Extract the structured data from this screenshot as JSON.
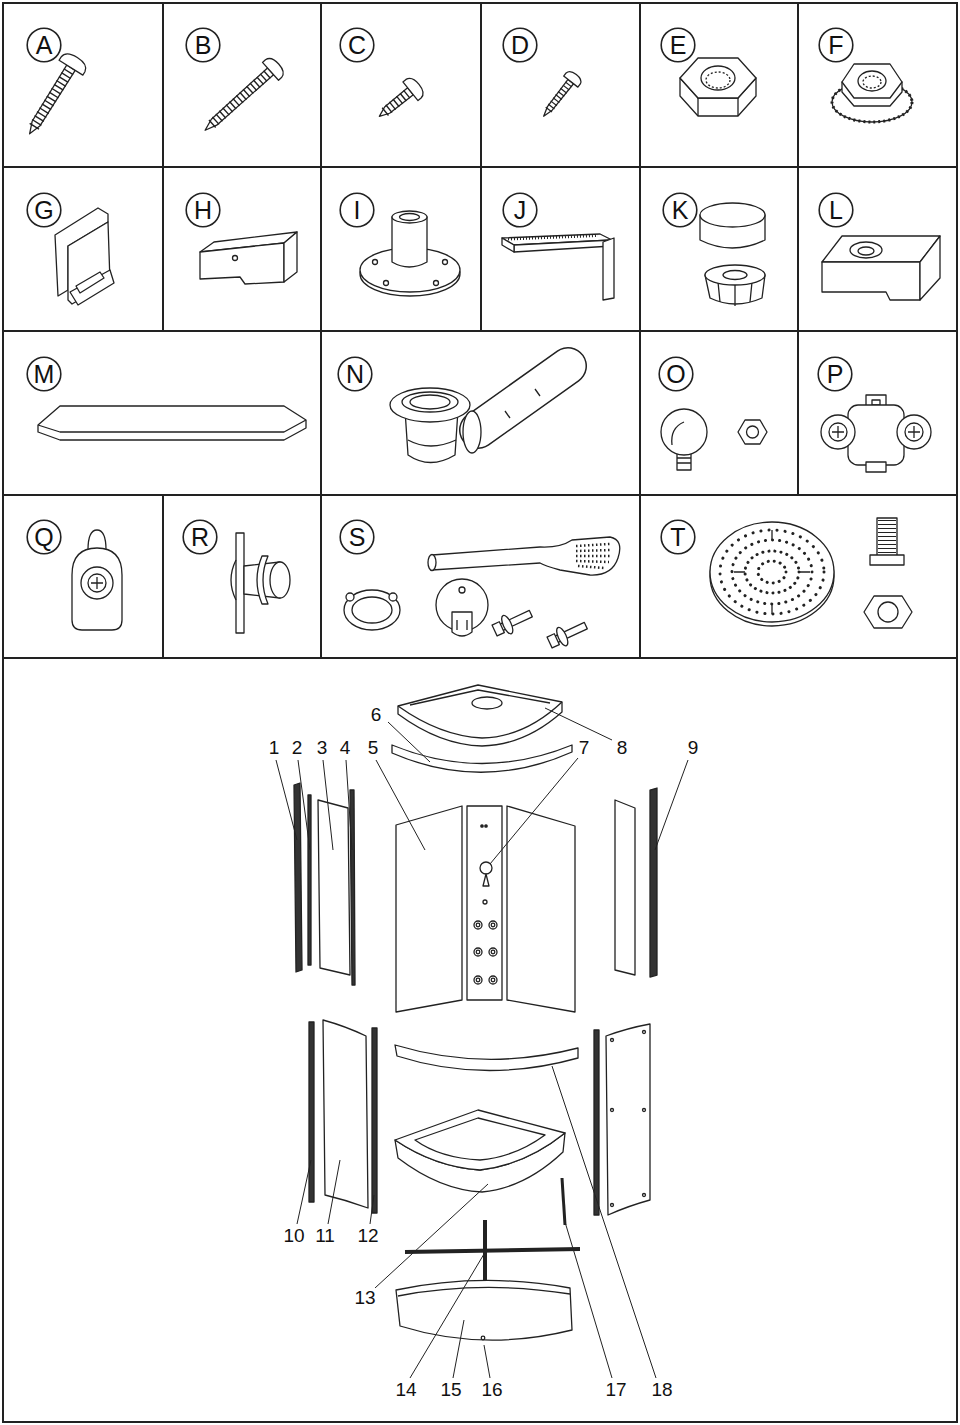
{
  "diagram": {
    "nodes": [
      {
        "text": [
          "A"
        ]
      },
      {
        "text": [
          "B"
        ]
      },
      {
        "text": [
          "C"
        ]
      },
      {
        "text": [
          "D"
        ]
      },
      {
        "text": [
          "E"
        ]
      },
      {
        "text": [
          "F"
        ]
      },
      {
        "text": [
          "G"
        ]
      },
      {
        "text": [
          "H"
        ]
      },
      {
        "text": [
          "I"
        ]
      },
      {
        "text": [
          "J"
        ]
      },
      {
        "text": [
          "K"
        ]
      },
      {
        "text": [
          "L"
        ]
      },
      {
        "text": [
          "M"
        ]
      },
      {
        "text": [
          "N"
        ]
      },
      {
        "text": [
          "O"
        ]
      },
      {
        "text": [
          "P"
        ]
      },
      {
        "text": [
          "Q"
        ]
      },
      {
        "text": [
          "R"
        ]
      },
      {
        "text": [
          "S"
        ]
      },
      {
        "text": [
          "T"
        ]
      }
    ],
    "labels": [
      "6",
      "1",
      "2",
      "3",
      "4",
      "5",
      "7",
      "8",
      "9",
      "10",
      "11",
      "12",
      "13",
      "14",
      "15",
      "16",
      "17",
      "18"
    ]
  }
}
